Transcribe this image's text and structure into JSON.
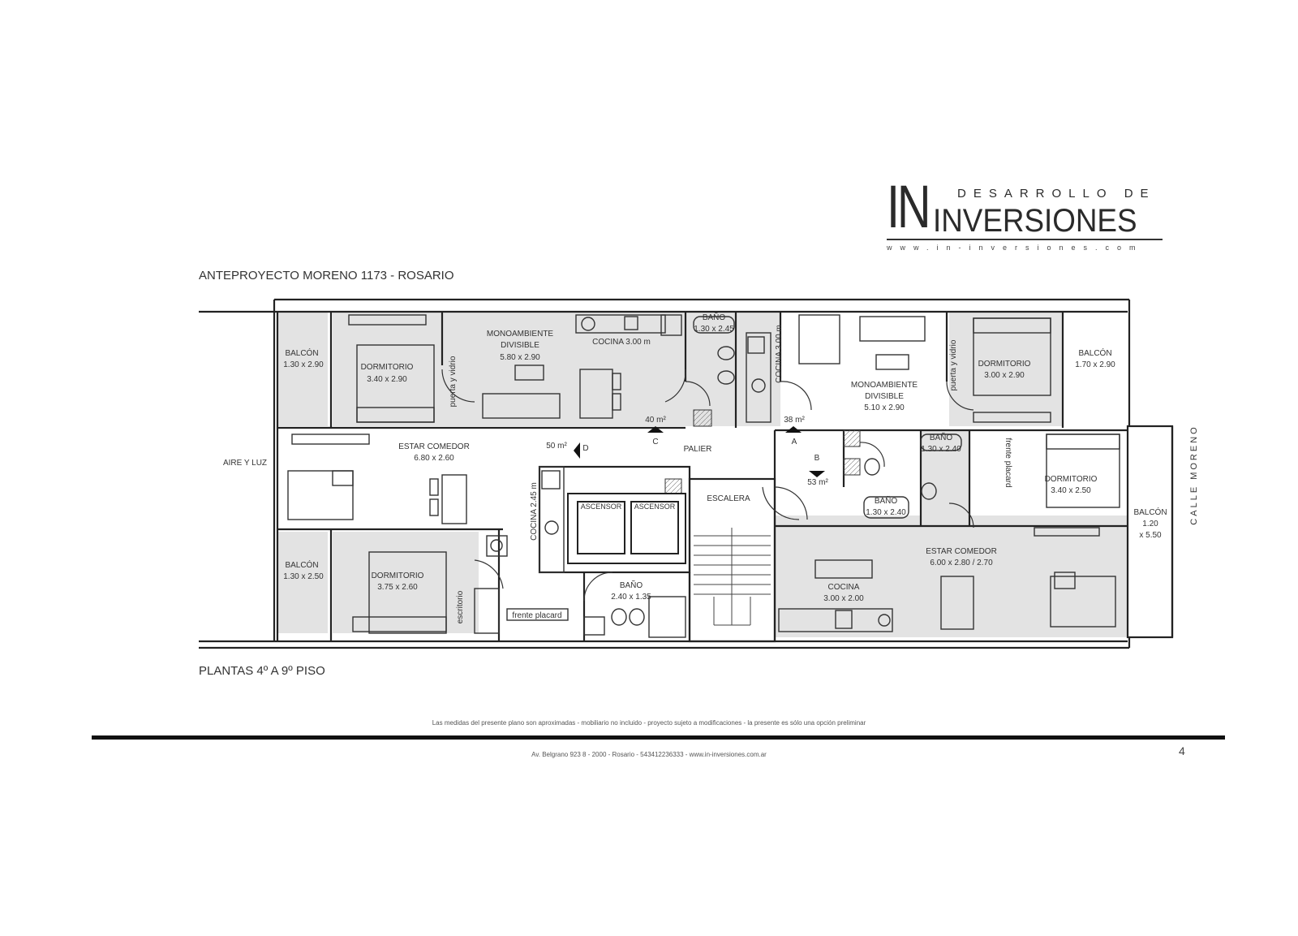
{
  "logo": {
    "mark": "IN",
    "top_line": "DESARROLLO DE",
    "main_line": "INVERSIONES",
    "url": "www.in-inversiones.com"
  },
  "project_title": "ANTEPROYECTO MORENO 1173 - ROSARIO",
  "plan_subtitle": "PLANTAS 4º A 9º PISO",
  "disclaimer": "Las medidas del presente plano son aproximadas - mobiliario no incluido - proyecto sujeto a modificaciones - la presente es sólo una opción preliminar",
  "address": "Av. Belgrano 923 8 - 2000 - Rosario - 543412236333 - www.in-inversiones.com.ar",
  "page_number": "4",
  "plan": {
    "outside_left": "AIRE Y LUZ",
    "street": "CALLE MORENO",
    "rooms": {
      "balcon_top_left": [
        "BALCÓN",
        "1.30 x 2.90"
      ],
      "dormitorio_top_left": [
        "DORMITORIO",
        "3.40 x 2.90"
      ],
      "monoambiente_left": [
        "MONOAMBIENTE",
        "DIVISIBLE",
        "5.80 x 2.90"
      ],
      "cocina_top": "COCINA 3.00 m",
      "bano_top": [
        "BAÑO",
        "1.30 x 2.45"
      ],
      "cocina_vertical_right": "COCINA 3.00 m",
      "monoambiente_right": [
        "MONOAMBIENTE",
        "DIVISIBLE",
        "5.10 x 2.90"
      ],
      "dormitorio_top_right": [
        "DORMITORIO",
        "3.00 x 2.90"
      ],
      "balcon_top_right": [
        "BALCÓN",
        "1.70 x 2.90"
      ],
      "estar_left": [
        "ESTAR COMEDOR",
        "6.80 x 2.60"
      ],
      "cocina_vertical_center": "COCINA 2.45 m",
      "ascensor_1": "ASCENSOR",
      "ascensor_2": "ASCENSOR",
      "escalera": "ESCALERA",
      "palier": "PALIER",
      "bano_mid_right": [
        "BAÑO",
        "1.30 x 2.40"
      ],
      "bano_mid_center": [
        "BAÑO",
        "1.30 x 2.40"
      ],
      "dormitorio_mid_right": [
        "DORMITORIO",
        "3.40 x 2.50"
      ],
      "balcon_right": [
        "BALCÓN",
        "1.20",
        "x 5.50"
      ],
      "estar_right": [
        "ESTAR COMEDOR",
        "6.00 x 2.80 / 2.70"
      ],
      "cocina_bottom": [
        "COCINA",
        "3.00 x 2.00"
      ],
      "balcon_bottom_left": [
        "BALCÓN",
        "1.30 x 2.50"
      ],
      "dormitorio_bottom_left": [
        "DORMITORIO",
        "3.75 x 2.60"
      ],
      "bano_bottom": [
        "BAÑO",
        "2.40 x 1.35"
      ],
      "placard_right": "frente placard",
      "placard_bottom": "frente placard",
      "puerta_vidrio_left": "puerta y vidrio",
      "puerta_vidrio_right": "puerta y vidrio",
      "escritorio": "escritorio"
    },
    "units": {
      "a": {
        "letter": "A",
        "area": "38 m²"
      },
      "b": {
        "letter": "B",
        "area": "53 m²"
      },
      "c": {
        "letter": "C",
        "area": "40 m²"
      },
      "d": {
        "letter": "D",
        "area": "50 m²"
      }
    }
  }
}
